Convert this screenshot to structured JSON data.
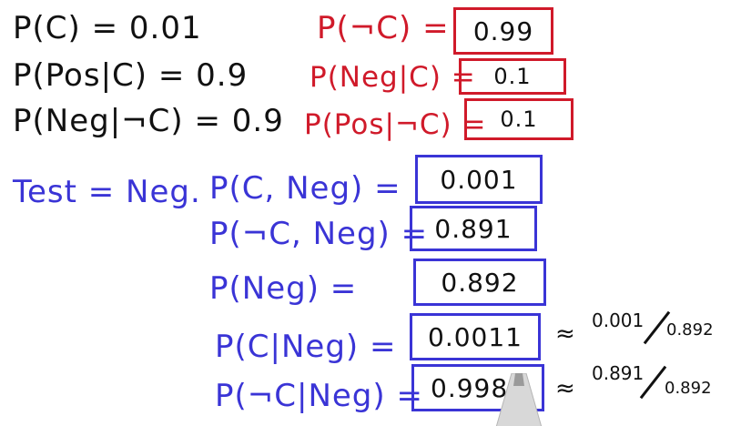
{
  "givens": {
    "p_c": "P(C) = 0.01",
    "p_pos_given_c": "P(Pos|C) = 0.9",
    "p_neg_given_not_c": "P(Neg|¬C) = 0.9"
  },
  "complements": {
    "p_not_c_label": "P(¬C) =",
    "p_not_c_value": "0.99",
    "p_neg_given_c_label": "P(Neg|C) =",
    "p_neg_given_c_value": "0.1",
    "p_pos_given_not_c_label": "P(Pos|¬C) =",
    "p_pos_given_not_c_value": "0.1"
  },
  "test_label": "Test = Neg.",
  "computations": [
    {
      "label": "P(C, Neg) =",
      "value": "0.001"
    },
    {
      "label": "P(¬C, Neg) =",
      "value": "0.891"
    },
    {
      "label": "P(Neg)  =",
      "value": "0.892"
    },
    {
      "label": "P(C|Neg) =",
      "value": "0.0011"
    },
    {
      "label": "P(¬C|Neg) =",
      "value": "0.9989"
    }
  ],
  "ratios": [
    {
      "approx": "≈",
      "numerator": "0.001",
      "denominator": "0.892"
    },
    {
      "approx": "≈",
      "numerator": "0.891",
      "denominator": "0.892"
    }
  ],
  "colors": {
    "black_ink": "#111111",
    "red_ink": "#d01a2a",
    "blue_ink": "#3a34d6"
  }
}
